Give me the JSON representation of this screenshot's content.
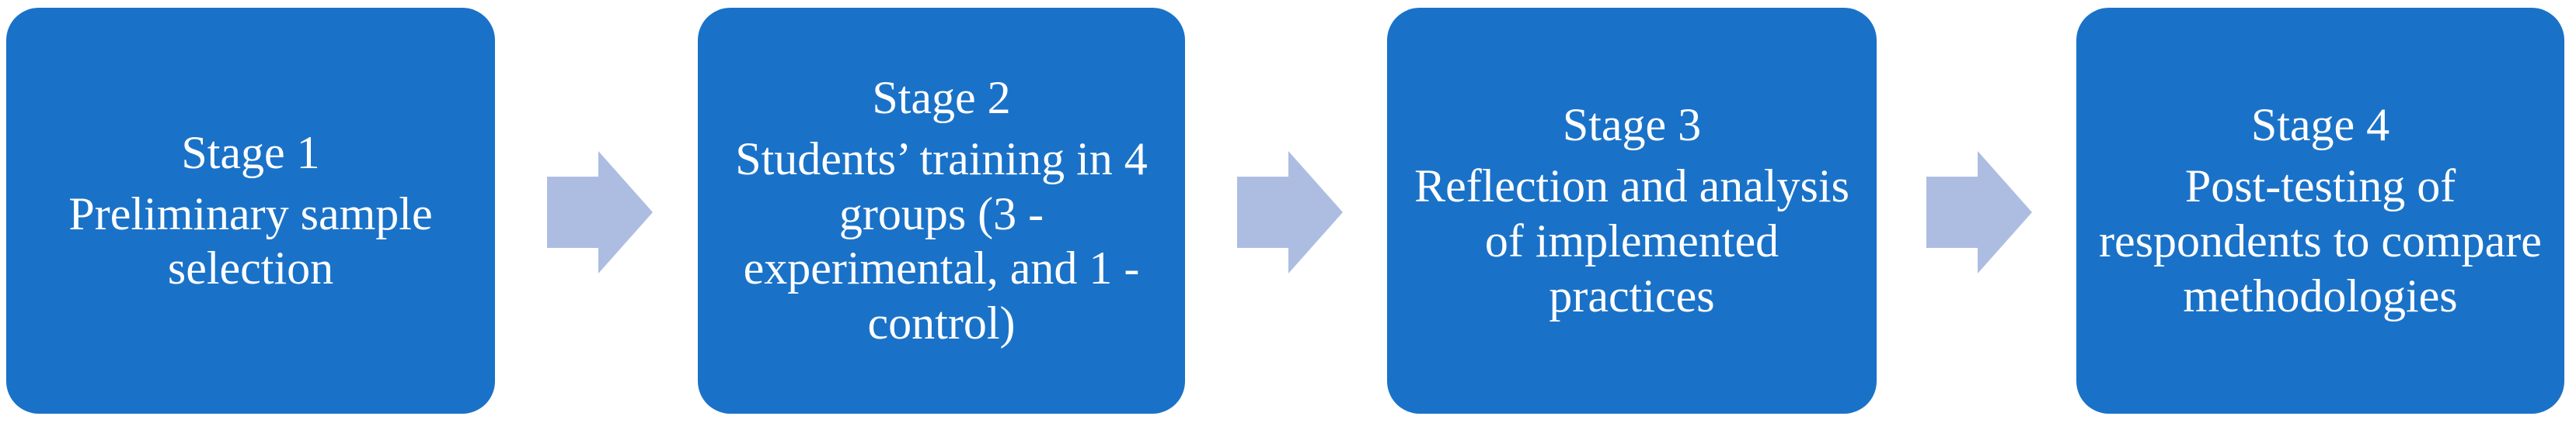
{
  "diagram": {
    "type": "process-flow",
    "orientation": "horizontal",
    "box_color": "#1a72c8",
    "box_text_color": "#ffffff",
    "arrow_color": "#adbde2",
    "background_color": "#ffffff",
    "stages": [
      {
        "title": "Stage 1",
        "description": "Preliminary sample selection"
      },
      {
        "title": "Stage 2",
        "description": "Students’ training in 4 groups (3 - experimental, and 1 - control)"
      },
      {
        "title": "Stage 3",
        "description": "Reflection and analysis of implemented practices"
      },
      {
        "title": "Stage 4",
        "description": "Post-testing of respondents to compare methodologies"
      }
    ],
    "connectors": [
      {
        "icon": "right-arrow-icon",
        "from": "Stage 1",
        "to": "Stage 2"
      },
      {
        "icon": "right-arrow-icon",
        "from": "Stage 2",
        "to": "Stage 3"
      },
      {
        "icon": "right-arrow-icon",
        "from": "Stage 3",
        "to": "Stage 4"
      }
    ]
  }
}
